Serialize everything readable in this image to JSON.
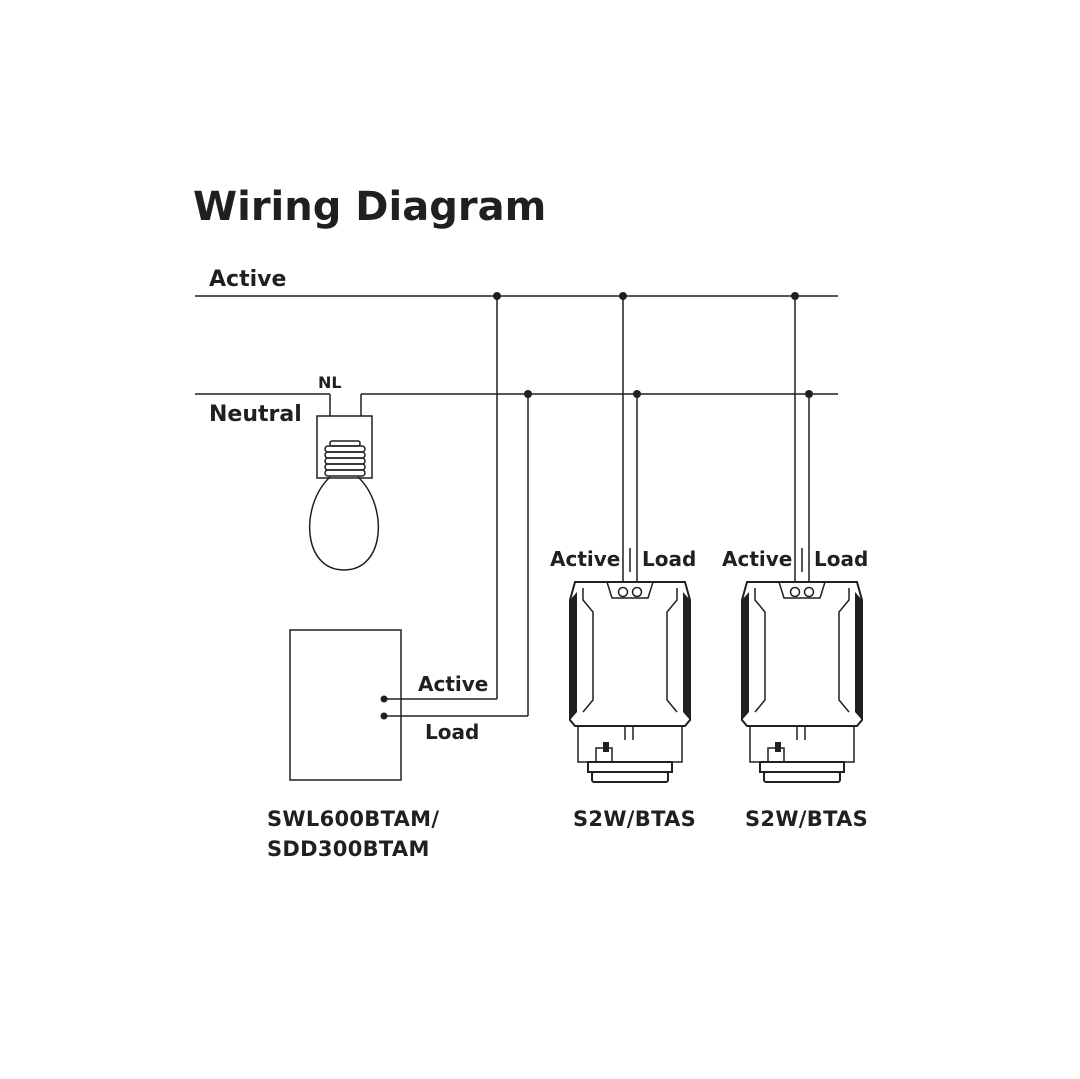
{
  "title": "Wiring Diagram",
  "rails": {
    "active": "Active",
    "neutral": "Neutral"
  },
  "lamp": {
    "nl_label": "NL"
  },
  "main_switch": {
    "active_label": "Active",
    "load_label": "Load",
    "model_line1": "SWL600BTAM/",
    "model_line2": "SDD300BTAM"
  },
  "modules": [
    {
      "active_label": "Active",
      "load_label": "Load",
      "model": "S2W/BTAS"
    },
    {
      "active_label": "Active",
      "load_label": "Load",
      "model": "S2W/BTAS"
    }
  ],
  "colors": {
    "ink": "#231f20",
    "background": "#ffffff"
  }
}
